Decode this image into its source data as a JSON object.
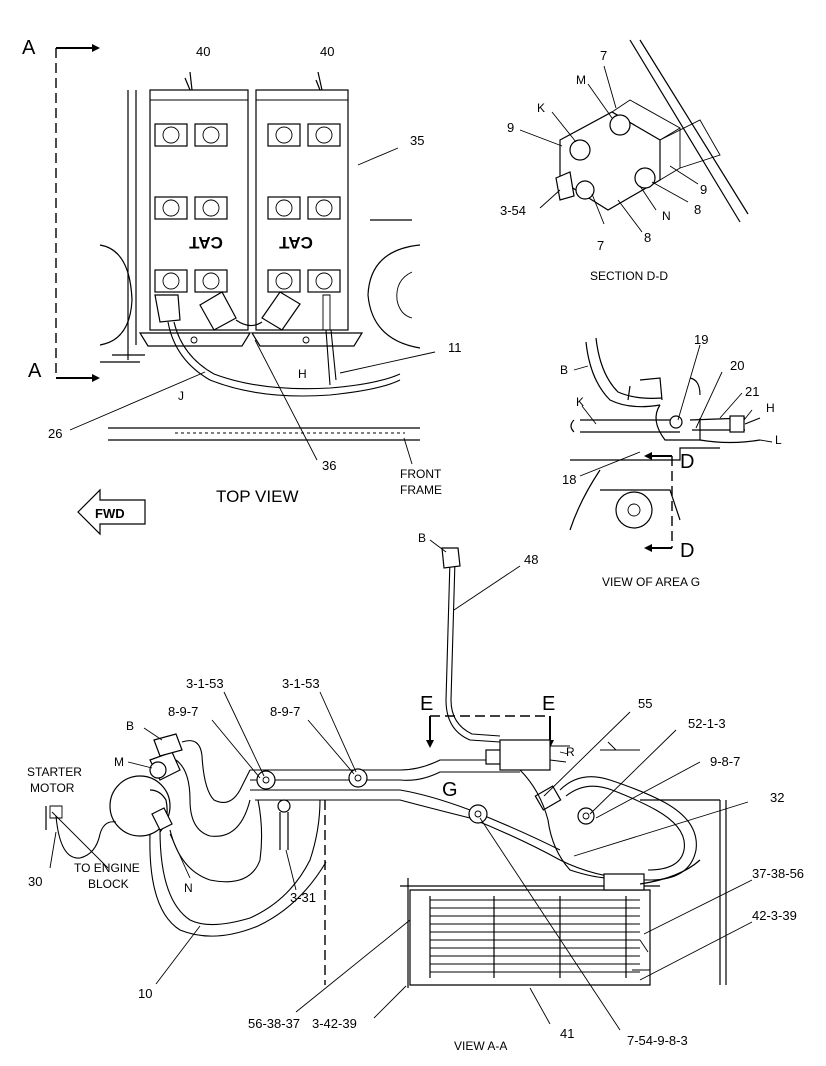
{
  "top_view": {
    "title": "TOP VIEW",
    "section_mark_letter": "A",
    "callouts": {
      "c40a": "40",
      "c40b": "40",
      "c35": "35",
      "c11": "11",
      "c26": "26",
      "c36": "36",
      "cH": "H",
      "cJ": "J"
    },
    "battery_brand": "CAT",
    "front_frame_line1": "FRONT",
    "front_frame_line2": "FRAME",
    "fwd_label": "FWD"
  },
  "section_dd": {
    "title": "SECTION D-D",
    "callouts": {
      "c7a": "7",
      "cM": "M",
      "cK": "K",
      "c9a": "9",
      "c9b": "9",
      "cN": "N",
      "c8a": "8",
      "c8b": "8",
      "c7b": "7",
      "c354": "3-54"
    }
  },
  "area_g": {
    "title": "VIEW OF AREA G",
    "section_letter": "D",
    "callouts": {
      "cB": "B",
      "c19": "19",
      "c20": "20",
      "c21": "21",
      "cK": "K",
      "cH": "H",
      "cL": "L",
      "c18": "18"
    }
  },
  "view_aa": {
    "title": "VIEW  A-A",
    "section_letter_e": "E",
    "area_letter_g": "G",
    "starter_line1": "STARTER",
    "starter_line2": "MOTOR",
    "engine_line1": "TO ENGINE",
    "engine_line2": "BLOCK",
    "callouts": {
      "cB_top": "B",
      "c48": "48",
      "c3153a": "3-1-53",
      "c3153b": "3-1-53",
      "c897a": "8-9-7",
      "c897b": "8-9-7",
      "c55": "55",
      "c5213": "52-1-3",
      "c987": "9-8-7",
      "c32": "32",
      "cB": "B",
      "cM": "M",
      "cN": "N",
      "cR": "R",
      "c30": "30",
      "c331": "3-31",
      "c10": "10",
      "c373856": "37-38-56",
      "c42339": "42-3-39",
      "c563837": "56-38-37",
      "c34239": "3-42-39",
      "c41": "41",
      "c75498": "7-54-9-8-3"
    }
  }
}
